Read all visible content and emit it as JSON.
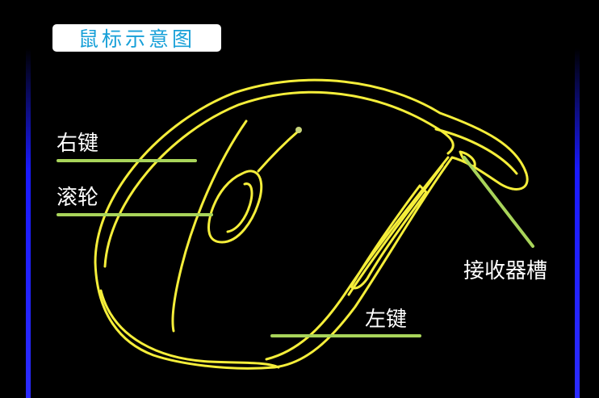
{
  "title": "鼠标示意图",
  "labels": {
    "right_button": "右键",
    "scroll_wheel": "滚轮",
    "receiver_slot": "接收器槽",
    "left_button": "左键"
  },
  "colors": {
    "background": "#000000",
    "outline": "#f5ee3a",
    "leader_line": "#a8d45a",
    "title_text": "#17a0d8",
    "side_glow": "#2b2bff"
  }
}
